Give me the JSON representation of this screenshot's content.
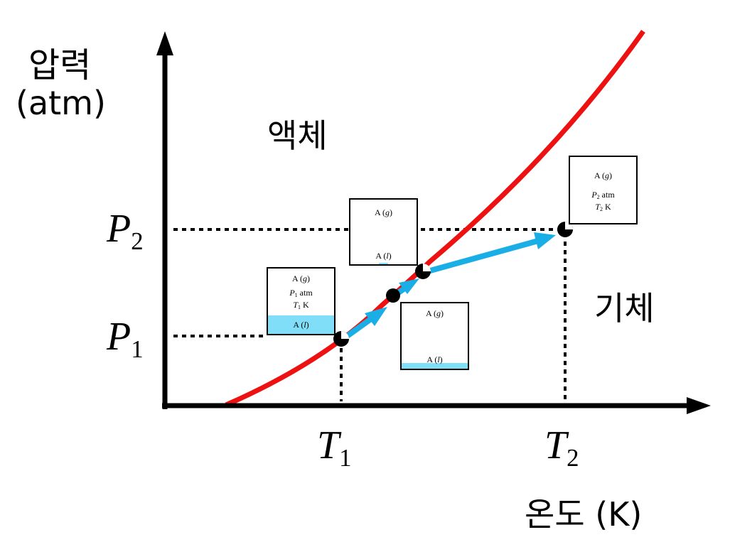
{
  "y_axis": {
    "label_line1": "압력",
    "label_line2": "(atm)"
  },
  "x_axis": {
    "label": "온도 (K)"
  },
  "ticks": {
    "p1": {
      "letter": "P",
      "sub": "1"
    },
    "p2": {
      "letter": "P",
      "sub": "2"
    },
    "t1": {
      "letter": "T",
      "sub": "1"
    },
    "t2": {
      "letter": "T",
      "sub": "2"
    }
  },
  "regions": {
    "liquid": "액체",
    "gas": "기체"
  },
  "boxes": {
    "box1": {
      "gas_sym": "A",
      "gas_state": "g",
      "p_letter": "P",
      "p_sub": "1",
      "p_unit": "atm",
      "t_letter": "T",
      "t_sub": "1",
      "t_unit": "K",
      "liq_sym": "A",
      "liq_state": "l",
      "liquid_level": 0.28
    },
    "box2": {
      "gas_sym": "A",
      "gas_state": "g",
      "liq_sym": "A",
      "liq_state": "l",
      "liquid_level": 0.09
    },
    "box3": {
      "gas_sym": "A",
      "gas_state": "g",
      "liq_sym": "A",
      "liq_state": "l",
      "liquid_level": 0.0
    },
    "box4": {
      "gas_sym": "A",
      "gas_state": "g",
      "p_letter": "P",
      "p_sub": "2",
      "p_unit": "atm",
      "t_letter": "T",
      "t_sub": "2",
      "t_unit": "K"
    }
  },
  "colors": {
    "curve": "#ee1111",
    "arrow": "#1aaee6",
    "liquid": "#80def8",
    "axis": "#000000"
  }
}
